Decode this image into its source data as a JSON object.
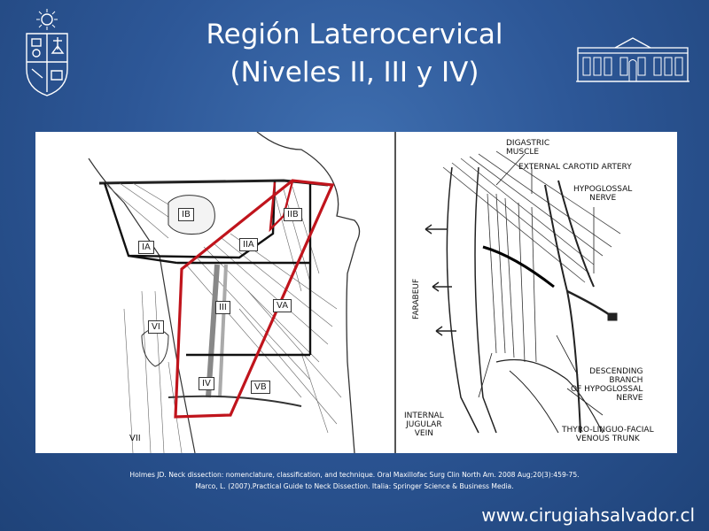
{
  "slide": {
    "title_line1": "Región Laterocervical",
    "title_line2": "(Niveles II, III y IV)",
    "left_figure": {
      "levels": {
        "IB": "IB",
        "IA": "IA",
        "IIA": "IIA",
        "IIB": "IIB",
        "III": "III",
        "VA": "VA",
        "VI": "VI",
        "IV": "IV",
        "VB": "VB",
        "VII": "VII"
      }
    },
    "right_figure": {
      "digastric": "DIGASTRIC\nMUSCLE",
      "external_carotid": "EXTERNAL CAROTID ARTERY",
      "hypoglossal": "HYPOGLOSSAL\nNERVE",
      "farabeuf": "FARABEUF",
      "descending_branch": "DESCENDING\nBRANCH\nOF HYPOGLOSSAL\nNERVE",
      "internal_jugular": "INTERNAL\nJUGULAR\nVEIN",
      "thyro_linguo": "THYRO-LINGUO-FACIAL\nVENOUS TRUNK"
    },
    "references": [
      "Holmes JD. Neck dissection: nomenclature, classification, and technique. Oral Maxillofac Surg Clin North Am. 2008 Aug;20(3):459-75.",
      "Marco, L. (2007).Practical Guide to Neck Dissection. Italia: Springer Science & Business Media."
    ],
    "website": "www.cirugiahsalvador.cl"
  },
  "colors": {
    "background": "#2d5797",
    "highlight_red": "#c0141c"
  }
}
